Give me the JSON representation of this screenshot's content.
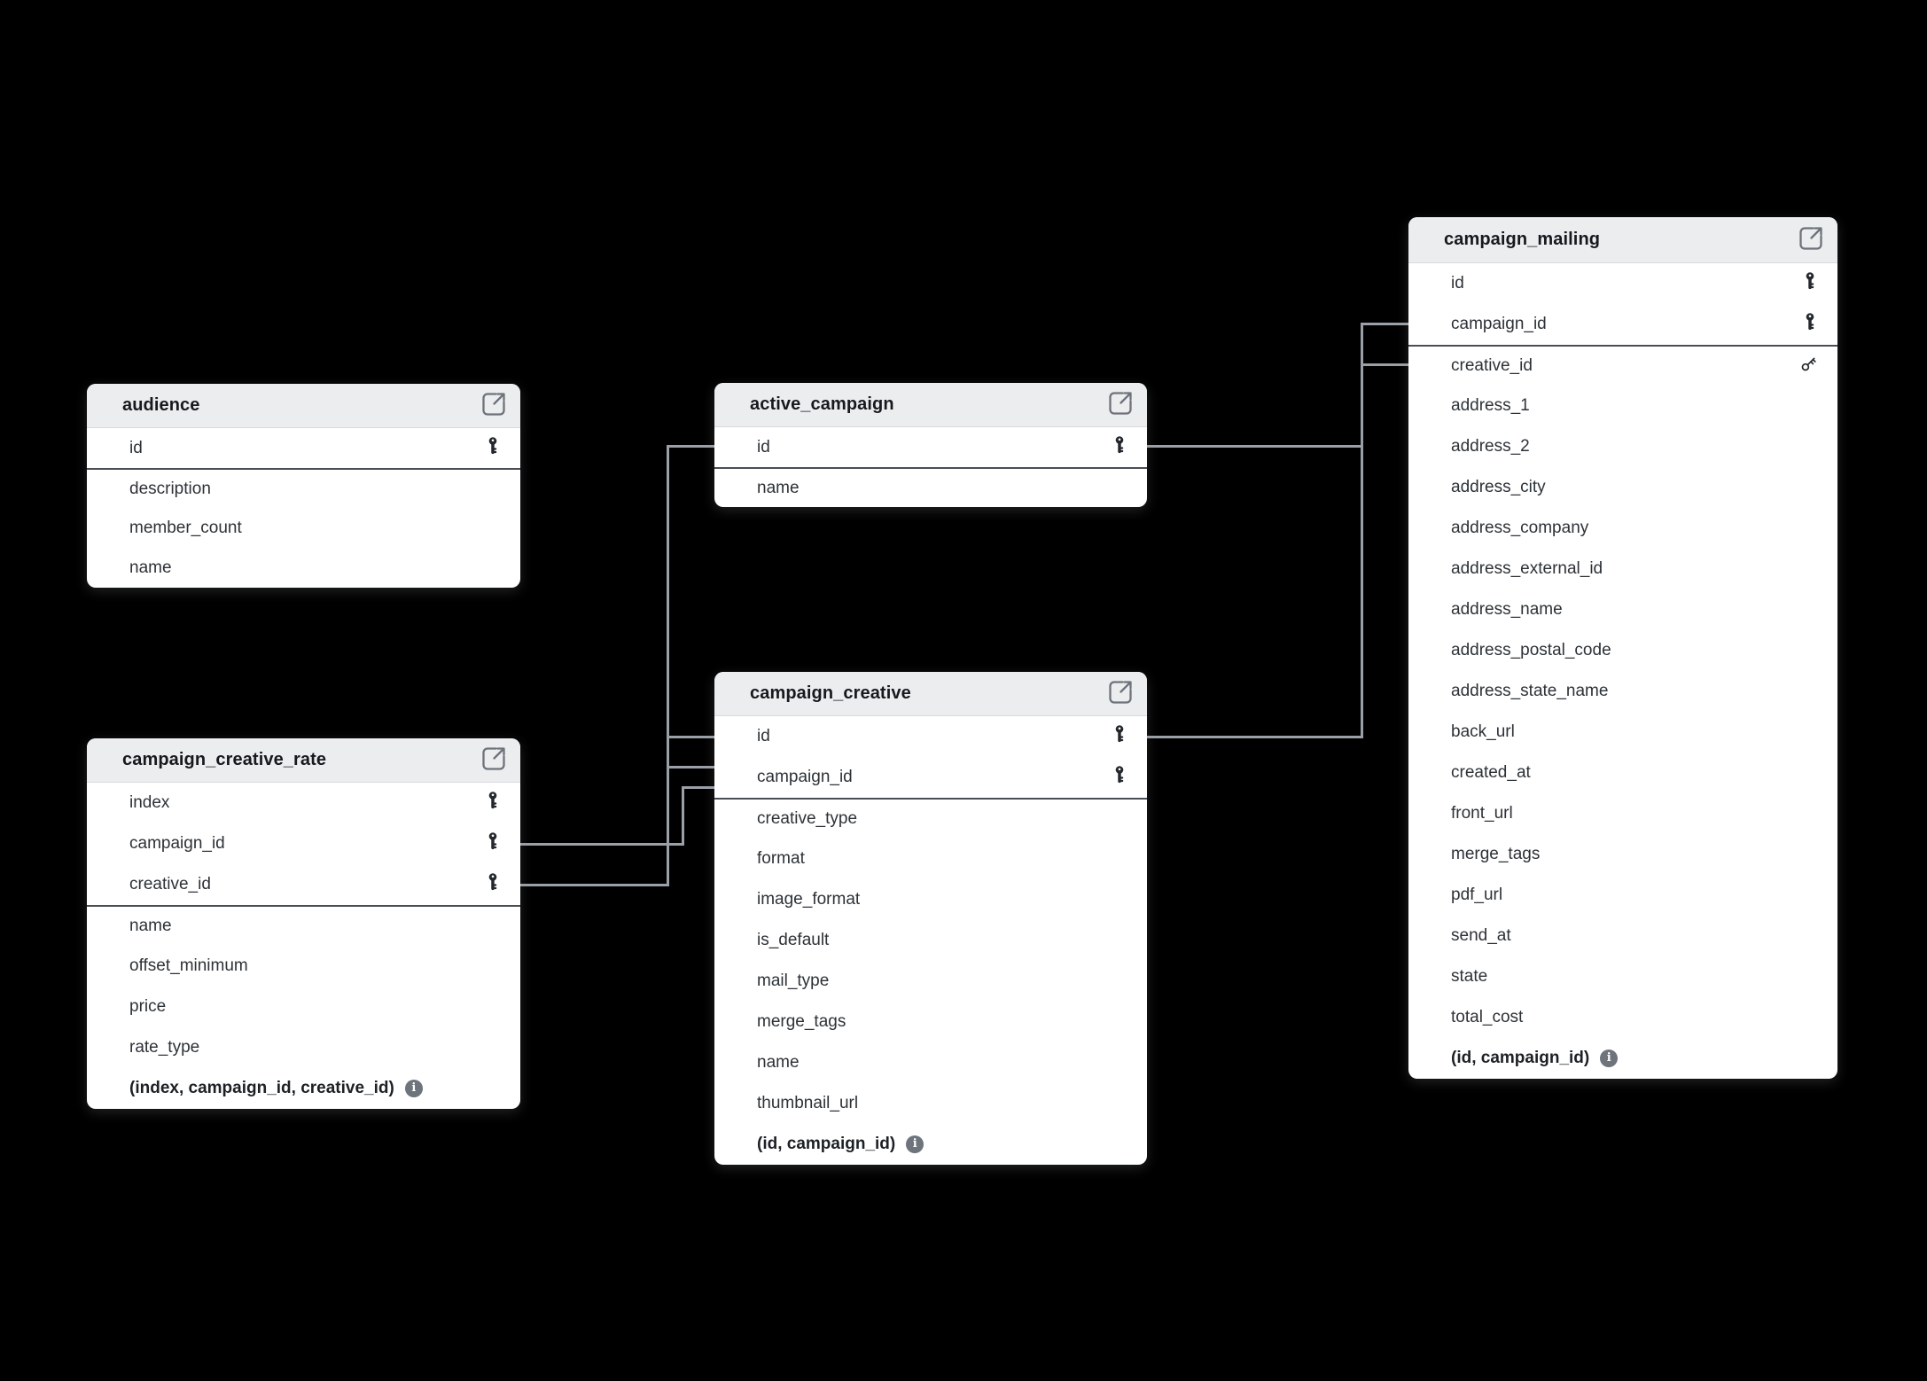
{
  "diagram": {
    "background": "#000000",
    "card_bg": "#ffffff",
    "header_bg": "#ecedef",
    "title_color": "#16191d",
    "field_color": "#2d3237",
    "pk_divider_color": "#484e54",
    "connector_color": "#9aa0a7",
    "icons": {
      "primary_key": "key-icon",
      "foreign_key": "foreign-key-icon",
      "composite_info": "info-icon",
      "header_action": "external-link-icon"
    }
  },
  "tables": [
    {
      "title": "audience",
      "fields": [
        {
          "name": "id",
          "icon": "primary-key"
        },
        {
          "name": "description"
        },
        {
          "name": "member_count"
        },
        {
          "name": "name"
        }
      ]
    },
    {
      "title": "campaign_creative_rate",
      "fields": [
        {
          "name": "index",
          "icon": "primary-key"
        },
        {
          "name": "campaign_id",
          "icon": "primary-key"
        },
        {
          "name": "creative_id",
          "icon": "primary-key"
        },
        {
          "name": "name"
        },
        {
          "name": "offset_minimum"
        },
        {
          "name": "price"
        },
        {
          "name": "rate_type"
        },
        {
          "name": "(index, campaign_id, creative_id)",
          "icon": "info",
          "bold": true
        }
      ]
    },
    {
      "title": "active_campaign",
      "fields": [
        {
          "name": "id",
          "icon": "primary-key"
        },
        {
          "name": "name"
        }
      ]
    },
    {
      "title": "campaign_creative",
      "fields": [
        {
          "name": "id",
          "icon": "primary-key"
        },
        {
          "name": "campaign_id",
          "icon": "primary-key"
        },
        {
          "name": "creative_type"
        },
        {
          "name": "format"
        },
        {
          "name": "image_format"
        },
        {
          "name": "is_default"
        },
        {
          "name": "mail_type"
        },
        {
          "name": "merge_tags"
        },
        {
          "name": "name"
        },
        {
          "name": "thumbnail_url"
        },
        {
          "name": "(id, campaign_id)",
          "icon": "info",
          "bold": true
        }
      ]
    },
    {
      "title": "campaign_mailing",
      "fields": [
        {
          "name": "id",
          "icon": "primary-key"
        },
        {
          "name": "campaign_id",
          "icon": "primary-key"
        },
        {
          "name": "creative_id",
          "icon": "foreign-key"
        },
        {
          "name": "address_1"
        },
        {
          "name": "address_2"
        },
        {
          "name": "address_city"
        },
        {
          "name": "address_company"
        },
        {
          "name": "address_external_id"
        },
        {
          "name": "address_name"
        },
        {
          "name": "address_postal_code"
        },
        {
          "name": "address_state_name"
        },
        {
          "name": "back_url"
        },
        {
          "name": "created_at"
        },
        {
          "name": "front_url"
        },
        {
          "name": "merge_tags"
        },
        {
          "name": "pdf_url"
        },
        {
          "name": "send_at"
        },
        {
          "name": "state"
        },
        {
          "name": "total_cost"
        },
        {
          "name": "(id, campaign_id)",
          "icon": "info",
          "bold": true
        }
      ]
    },
    {
      "title": ""
    }
  ],
  "connections": [
    {
      "from": "active_campaign.id",
      "to": "campaign_creative.campaign_id"
    },
    {
      "from": "campaign_creative_rate.campaign_id",
      "to": "campaign_creative.campaign_id"
    },
    {
      "from": "campaign_creative_rate.creative_id",
      "to": "campaign_creative.id"
    },
    {
      "from": "active_campaign.id",
      "to": "campaign_mailing.campaign_id"
    },
    {
      "from": "campaign_creative.id",
      "to": "campaign_mailing.creative_id"
    }
  ]
}
